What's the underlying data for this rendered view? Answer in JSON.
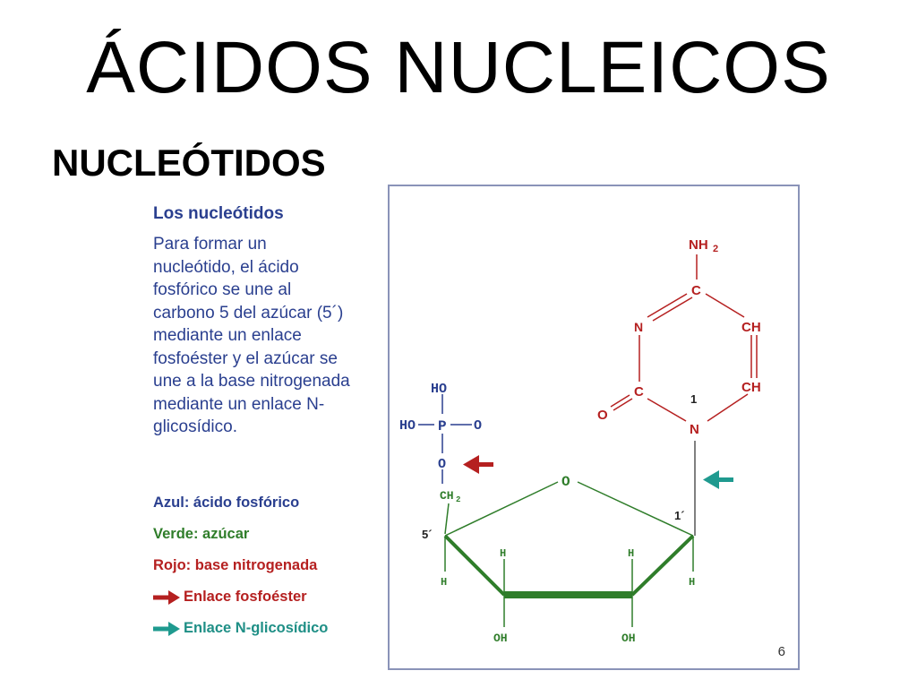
{
  "slide": {
    "title": "ÁCIDOS NUCLEICOS",
    "subtitle": "NUCLEÓTIDOS",
    "page_number": "6"
  },
  "panel": {
    "heading": "Los nucleótidos",
    "lines": [
      "Para formar un",
      "nucleótido, el ácido",
      "fosfórico se une al",
      "carbono 5 del azúcar",
      "mediante un enlace",
      "fosfoéster y el azúcar se",
      "une a la base nitrogenada",
      "mediante un enlace N-",
      "glicosídico."
    ],
    "note": "(5´)"
  },
  "legend": {
    "items": [
      {
        "text": "Azul: ácido fosfórico",
        "color": "#2a3f8f"
      },
      {
        "text": "Verde: azúcar",
        "color": "#2f7d2a"
      },
      {
        "text": "Rojo: base nitrogenada",
        "color": "#b52020"
      },
      {
        "text": "Enlace fosfoéster",
        "color": "#b52020",
        "arrow": "#b52020"
      },
      {
        "text": "Enlace N-glicosídico",
        "color": "#1f8f86",
        "arrow": "#1f9a8f"
      }
    ]
  },
  "diagram": {
    "base_labels": {
      "nh2": "NH",
      "nh2_sub": "2",
      "c_top": "C",
      "n_left": "N",
      "ch_right_top": "CH",
      "c_left": "C",
      "ch_right_bottom": "CH",
      "o_left": "O",
      "n_bottom": "N",
      "num_1": "1"
    },
    "phosphate_labels": {
      "ho_top": "HO",
      "ho_left": "HO",
      "p": "P",
      "o_right": "O",
      "o_bottom": "O",
      "ch2": "CH",
      "ch2_sub": "2"
    },
    "sugar_labels": {
      "o_ring": "O",
      "c1": "1´",
      "c5": "5´",
      "h_left": "H",
      "h_right": "H",
      "h_mid_left": "H",
      "h_mid_right": "H",
      "oh_left": "OH",
      "oh_right": "OH"
    },
    "colors": {
      "base": "#b52020",
      "phosphate": "#2a3f8f",
      "sugar": "#2f7d2a",
      "arrow_red": "#b52020",
      "arrow_teal": "#1f9a8f"
    }
  }
}
